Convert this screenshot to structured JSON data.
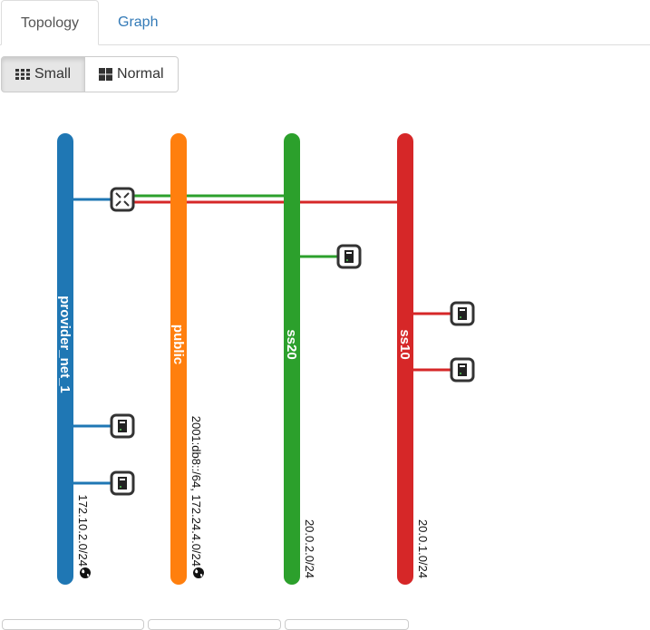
{
  "tabs": [
    {
      "label": "Topology",
      "active": true
    },
    {
      "label": "Graph",
      "active": false
    }
  ],
  "view_toggle": {
    "small_label": "Small",
    "normal_label": "Normal",
    "selected": "Small"
  },
  "networks": [
    {
      "name": "provider_net_1",
      "cidr": "172.10.2.0/24",
      "color": "#1f77b4",
      "external": true
    },
    {
      "name": "public",
      "cidr": "2001:db8::/64, 172.24.4.0/24",
      "color": "#ff7f0e",
      "external": true
    },
    {
      "name": "ss20",
      "cidr": "20.0.2.0/24",
      "color": "#2ca02c",
      "external": false
    },
    {
      "name": "ss10",
      "cidr": "20.0.1.0/24",
      "color": "#d62728",
      "external": false
    }
  ],
  "icons": {
    "router": "router-icon",
    "instance": "server-icon",
    "external": "globe-icon"
  }
}
